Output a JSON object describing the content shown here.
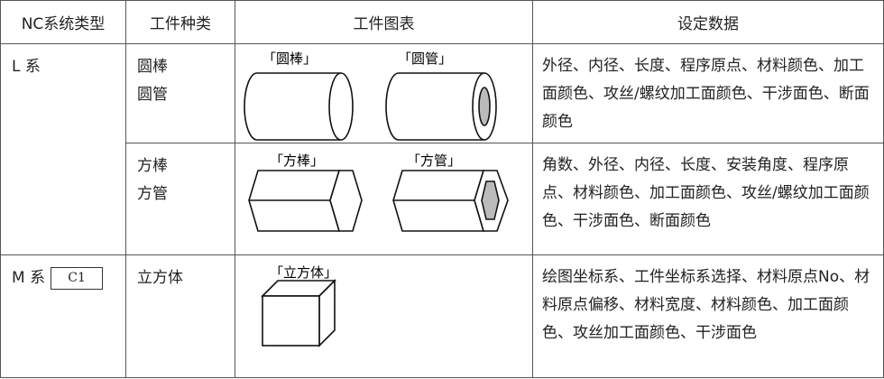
{
  "headers": [
    "NC系统类型",
    "工件种类",
    "工件图表",
    "设定数据"
  ],
  "rows": [
    {
      "nc_type": "L 系",
      "workpiece": [
        "圆棒",
        "圆管"
      ],
      "figures": [
        "「圆棒」",
        "「圆管」"
      ],
      "data": "外径、内径、长度、程序原点、材料颜色、加工面颜色、攻丝/螺纹加工面颜色、干涉面色、断面颜色"
    },
    {
      "workpiece": [
        "方棒",
        "方管"
      ],
      "figures": [
        "「方棒」",
        "「方管」"
      ],
      "data": "角数、外径、内径、长度、安装角度、程序原点、材料颜色、加工面颜色、攻丝/螺纹加工面颜色、干涉面色、断面颜色"
    },
    {
      "nc_type": "M 系",
      "badge": "C1",
      "workpiece": [
        "立方体"
      ],
      "figures": [
        "「立方体」"
      ],
      "data": "绘图坐标系、工件坐标系选择、材料原点No、材料原点偏移、材料宽度、材料颜色、加工面颜色、攻丝加工面颜色、干涉面色"
    }
  ]
}
